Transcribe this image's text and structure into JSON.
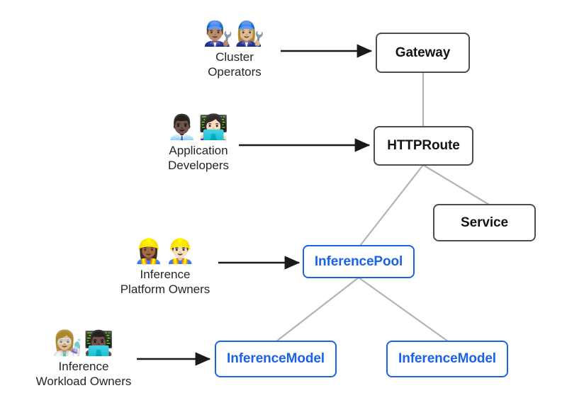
{
  "diagram": {
    "title": "Gateway API Inference Extension resource model and personas",
    "background_color": "#ffffff",
    "standard_border_color": "#4d4d4d",
    "highlight_border_color": "#1a62e8",
    "highlight_text_color": "#1a62e8",
    "connector_color": "#b3b3b3",
    "arrow_color": "#1a1a1a"
  },
  "personas": [
    {
      "id": "cluster-operators",
      "emoji": "👨🏽‍🔧👩🏼‍🔧",
      "emoji_names": "man-mechanic-icon woman-mechanic-icon",
      "label": "Cluster\nOperators",
      "targets": "Gateway"
    },
    {
      "id": "application-developers",
      "emoji": "👨🏿‍💼👩🏻‍💻",
      "emoji_names": "man-office-worker-icon woman-technologist-icon",
      "label": "Application\nDevelopers",
      "targets": "HTTPRoute"
    },
    {
      "id": "inference-platform-owners",
      "emoji": "👷🏾‍♀️👷🏻‍♂️",
      "emoji_names": "woman-construction-worker-icon man-construction-worker-icon",
      "label": "Inference\nPlatform Owners",
      "targets": "InferencePool"
    },
    {
      "id": "inference-workload-owners",
      "emoji": "👩🏼‍🔬👨🏿‍💻",
      "emoji_names": "woman-scientist-icon man-technologist-icon",
      "label": "Inference\nWorkload Owners",
      "targets": "InferenceModel"
    }
  ],
  "nodes": [
    {
      "id": "gateway",
      "label": "Gateway",
      "style": "standard",
      "font_size": 19
    },
    {
      "id": "httproute",
      "label": "HTTPRoute",
      "style": "standard",
      "font_size": 19
    },
    {
      "id": "service",
      "label": "Service",
      "style": "standard",
      "font_size": 19
    },
    {
      "id": "inferencepool",
      "label": "InferencePool",
      "style": "highlight",
      "font_size": 19
    },
    {
      "id": "inferencemodel1",
      "label": "InferenceModel",
      "style": "highlight",
      "font_size": 19
    },
    {
      "id": "inferencemodel2",
      "label": "InferenceModel",
      "style": "highlight",
      "font_size": 19
    }
  ],
  "connections": [
    {
      "from": "gateway",
      "to": "httproute",
      "kind": "hierarchy"
    },
    {
      "from": "httproute",
      "to": "inferencepool",
      "kind": "hierarchy"
    },
    {
      "from": "httproute",
      "to": "service",
      "kind": "hierarchy"
    },
    {
      "from": "inferencepool",
      "to": "inferencemodel1",
      "kind": "hierarchy"
    },
    {
      "from": "inferencepool",
      "to": "inferencemodel2",
      "kind": "hierarchy"
    }
  ],
  "persona_arrows": [
    {
      "from": "cluster-operators",
      "to": "gateway"
    },
    {
      "from": "application-developers",
      "to": "httproute"
    },
    {
      "from": "inference-platform-owners",
      "to": "inferencepool"
    },
    {
      "from": "inference-workload-owners",
      "to": "inferencemodel1"
    }
  ]
}
